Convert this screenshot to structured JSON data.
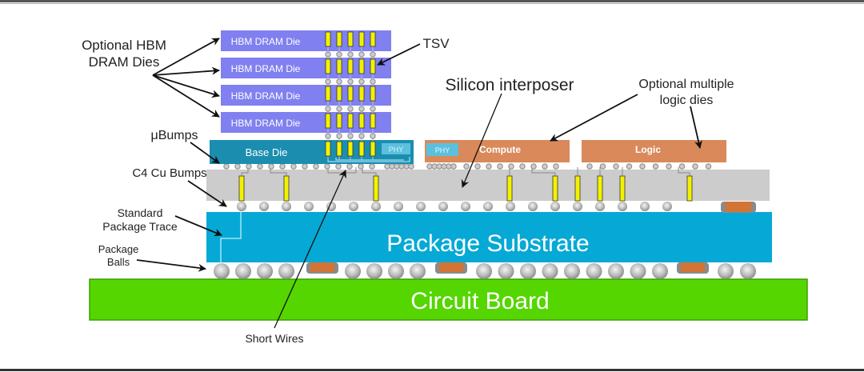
{
  "labels": {
    "hbm_dies_line1": "Optional HBM",
    "hbm_dies_line2": "DRAM Dies",
    "tsv": "TSV",
    "silicon_interposer": "Silicon interposer",
    "logic_dies_line1": "Optional multiple",
    "logic_dies_line2": "logic dies",
    "ubumps": "μBumps",
    "c4_bumps": "C4 Cu Bumps",
    "pkg_trace_line1": "Standard",
    "pkg_trace_line2": "Package Trace",
    "pkg_balls_line1": "Package",
    "pkg_balls_line2": "Balls",
    "short_wires": "Short Wires"
  },
  "components": {
    "hbm_dies": [
      "HBM DRAM Die",
      "HBM DRAM Die",
      "HBM DRAM Die",
      "HBM DRAM Die"
    ],
    "base_die": "Base Die",
    "base_die_phy": "PHY",
    "compute_die": "Compute",
    "compute_phy": "PHY",
    "logic_die": "Logic",
    "package_substrate": "Package Substrate",
    "circuit_board": "Circuit Board"
  },
  "colors": {
    "hbm": "#8080f0",
    "base_die": "#1b8eb0",
    "phy": "#5cc0dc",
    "logic": "#d9895a",
    "interposer": "#cccccc",
    "substrate": "#06a9d6",
    "board": "#55d600",
    "tsv": "#f2f200",
    "capacitor": "#d27436"
  }
}
